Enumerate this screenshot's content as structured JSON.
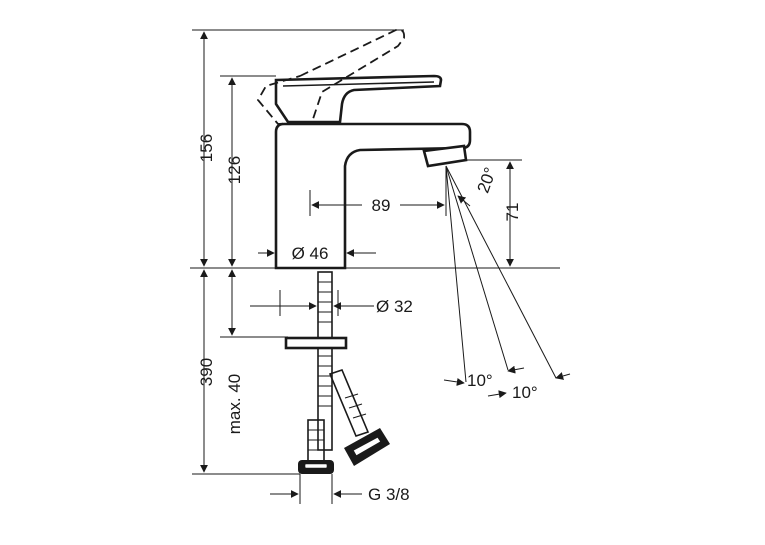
{
  "dimensions": {
    "total_height": "156",
    "lever_height": "126",
    "outlet_height": "71",
    "spout_reach": "89",
    "body_diameter": "Ø 46",
    "shank_diameter": "Ø 32",
    "flow_angle": "20°",
    "cone_angle_left": "10°",
    "cone_angle_right": "10°",
    "hose_length": "390",
    "counter_top": "max. 40",
    "connection_thread": "G 3/8"
  }
}
